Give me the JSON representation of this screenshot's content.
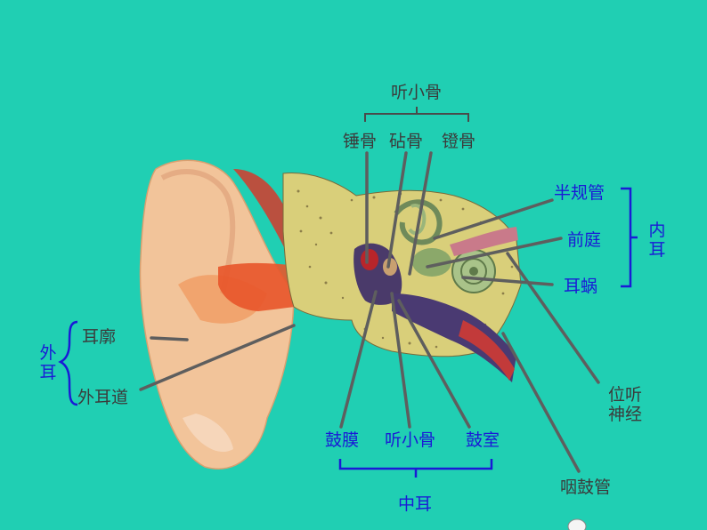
{
  "colors": {
    "background": "#20cfb3",
    "leader_line": "#5e5e5e",
    "label_dark": "#3b3b3b",
    "label_blue": "#1a1ad6",
    "bracket_dark": "#4a4a4a",
    "bracket_blue": "#1a1ad6"
  },
  "labels": {
    "ossicles_group": "听小骨",
    "malleus": "锤骨",
    "incus": "砧骨",
    "stapes": "镫骨",
    "semicircular_canals": "半规管",
    "vestibule": "前庭",
    "cochlea": "耳蜗",
    "inner_ear": "内耳",
    "auricle": "耳廓",
    "ear_canal": "外耳道",
    "outer_ear": "外耳",
    "vestibulocochlear_nerve": "位听神经",
    "eardrum": "鼓膜",
    "ossicles": "听小骨",
    "tympanic_cavity": "鼓室",
    "middle_ear": "中耳",
    "eustachian_tube": "咽鼓管"
  }
}
